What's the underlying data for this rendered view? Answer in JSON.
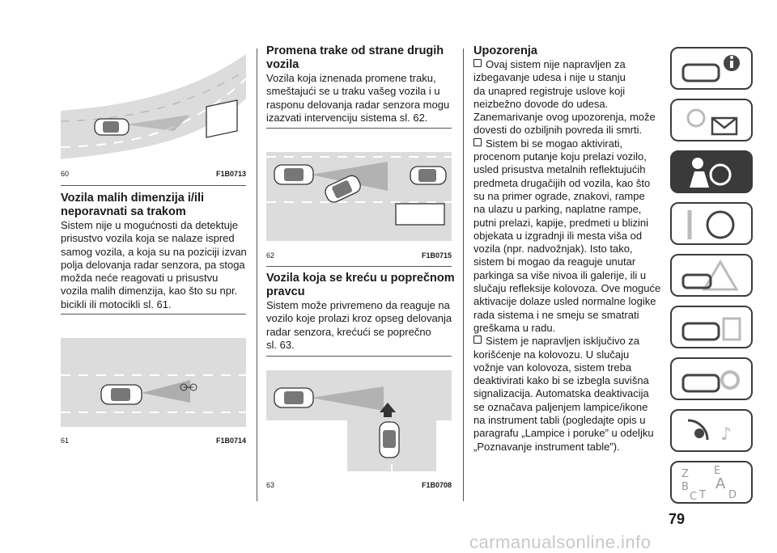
{
  "col1": {
    "fig60": {
      "num": "60",
      "code": "F1B0713"
    },
    "heading": [
      "Vozila malih dimenzija i/ili",
      "neporavnati sa trakom"
    ],
    "body": [
      "Sistem nije u mogućnosti da detektuje",
      "prisustvo vozila koja se nalaze ispred",
      "samog vozila, a koja su na poziciji izvan",
      "polja delovanja radar senzora, pa stoga",
      "možda neće reagovati u prisustvu",
      "vozila malih dimenzija, kao što su npr.",
      "bicikli ili motocikli sl. 61."
    ],
    "fig61": {
      "num": "61",
      "code": "F1B0714"
    }
  },
  "col2": {
    "heading": [
      "Promena trake od strane drugih",
      "vozila"
    ],
    "body": [
      "Vozila koja iznenada promene traku,",
      "smeštajući se u traku vašeg vozila i u",
      "rasponu delovanja radar senzora mogu",
      "izazvati intervenciju sistema sl. 62."
    ],
    "fig62": {
      "num": "62",
      "code": "F1B0715"
    },
    "heading2": [
      "Vozila koja se kreću u poprečnom",
      "pravcu"
    ],
    "body2": [
      "Sistem može privremeno da reaguje na",
      "vozilo koje prolazi kroz opseg delovanja",
      "radar senzora, krećući se poprečno",
      "sl. 63."
    ],
    "fig63": {
      "num": "63",
      "code": "F1B0708"
    }
  },
  "col3": {
    "heading": "Upozorenja",
    "lines": [
      {
        "b": true,
        "t": "Ovaj sistem nije napravljen za"
      },
      {
        "b": false,
        "t": "izbegavanje udesa i nije u stanju"
      },
      {
        "b": false,
        "t": "da unapred registruje uslove koji"
      },
      {
        "b": false,
        "t": "neizbežno dovode do udesa."
      },
      {
        "b": false,
        "t": "Zanemarivanje ovog upozorenja, može"
      },
      {
        "b": false,
        "t": "dovesti do ozbiljnih povreda ili smrti."
      },
      {
        "b": true,
        "t": "Sistem bi se mogao aktivirati,"
      },
      {
        "b": false,
        "t": "procenom putanje koju prelazi vozilo,"
      },
      {
        "b": false,
        "t": "usled prisustva metalnih reflektujućih"
      },
      {
        "b": false,
        "t": "predmeta drugačijih od vozila, kao što"
      },
      {
        "b": false,
        "t": "su na primer ograde, znakovi, rampe"
      },
      {
        "b": false,
        "t": "na ulazu u parking, naplatne rampe,"
      },
      {
        "b": false,
        "t": "putni prelazi, kapije, predmeti u blizini"
      },
      {
        "b": false,
        "t": "objekata u izgradnji ili mesta viša od"
      },
      {
        "b": false,
        "t": "vozila (npr. nadvožnjak). Isto tako,"
      },
      {
        "b": false,
        "t": "sistem bi mogao da reaguje unutar"
      },
      {
        "b": false,
        "t": "parkinga sa više nivoa ili galerije, ili u"
      },
      {
        "b": false,
        "t": "slučaju refleksije kolovoza. Ove moguće"
      },
      {
        "b": false,
        "t": "aktivacije dolaze usled normalne logike"
      },
      {
        "b": false,
        "t": "rada sistema i ne smeju se smatrati"
      },
      {
        "b": false,
        "t": "greškama u radu."
      },
      {
        "b": true,
        "t": "Sistem je napravljen isključivo za"
      },
      {
        "b": false,
        "t": "korišćenje na kolovozu. U slučaju"
      },
      {
        "b": false,
        "t": "vožnje van kolovoza, sistem treba"
      },
      {
        "b": false,
        "t": "deaktivirati kako bi se izbegla suvišna"
      },
      {
        "b": false,
        "t": "signalizacija. Automatska deaktivacija"
      },
      {
        "b": false,
        "t": "se označava paljenjem lampice/ikone"
      },
      {
        "b": false,
        "t": "na instrument tabli (pogledajte opis u"
      },
      {
        "b": false,
        "t": "paragrafu „Lampice i poruke” u odeljku"
      },
      {
        "b": false,
        "t": "„Poznavanje instrument table”)."
      }
    ]
  },
  "tabs": [
    {
      "name": "car-info-icon"
    },
    {
      "name": "warning-lights-icon"
    },
    {
      "name": "safety-airbag-icon",
      "active": true
    },
    {
      "name": "starting-driving-icon"
    },
    {
      "name": "emergency-icon"
    },
    {
      "name": "maintenance-icon"
    },
    {
      "name": "technical-data-icon"
    },
    {
      "name": "multimedia-icon"
    },
    {
      "name": "index-icon",
      "letters": [
        "Z",
        "E",
        "B",
        "A",
        "C",
        "T",
        "D"
      ]
    }
  ],
  "page_number": "79",
  "watermark": "carmanualsonline.info"
}
